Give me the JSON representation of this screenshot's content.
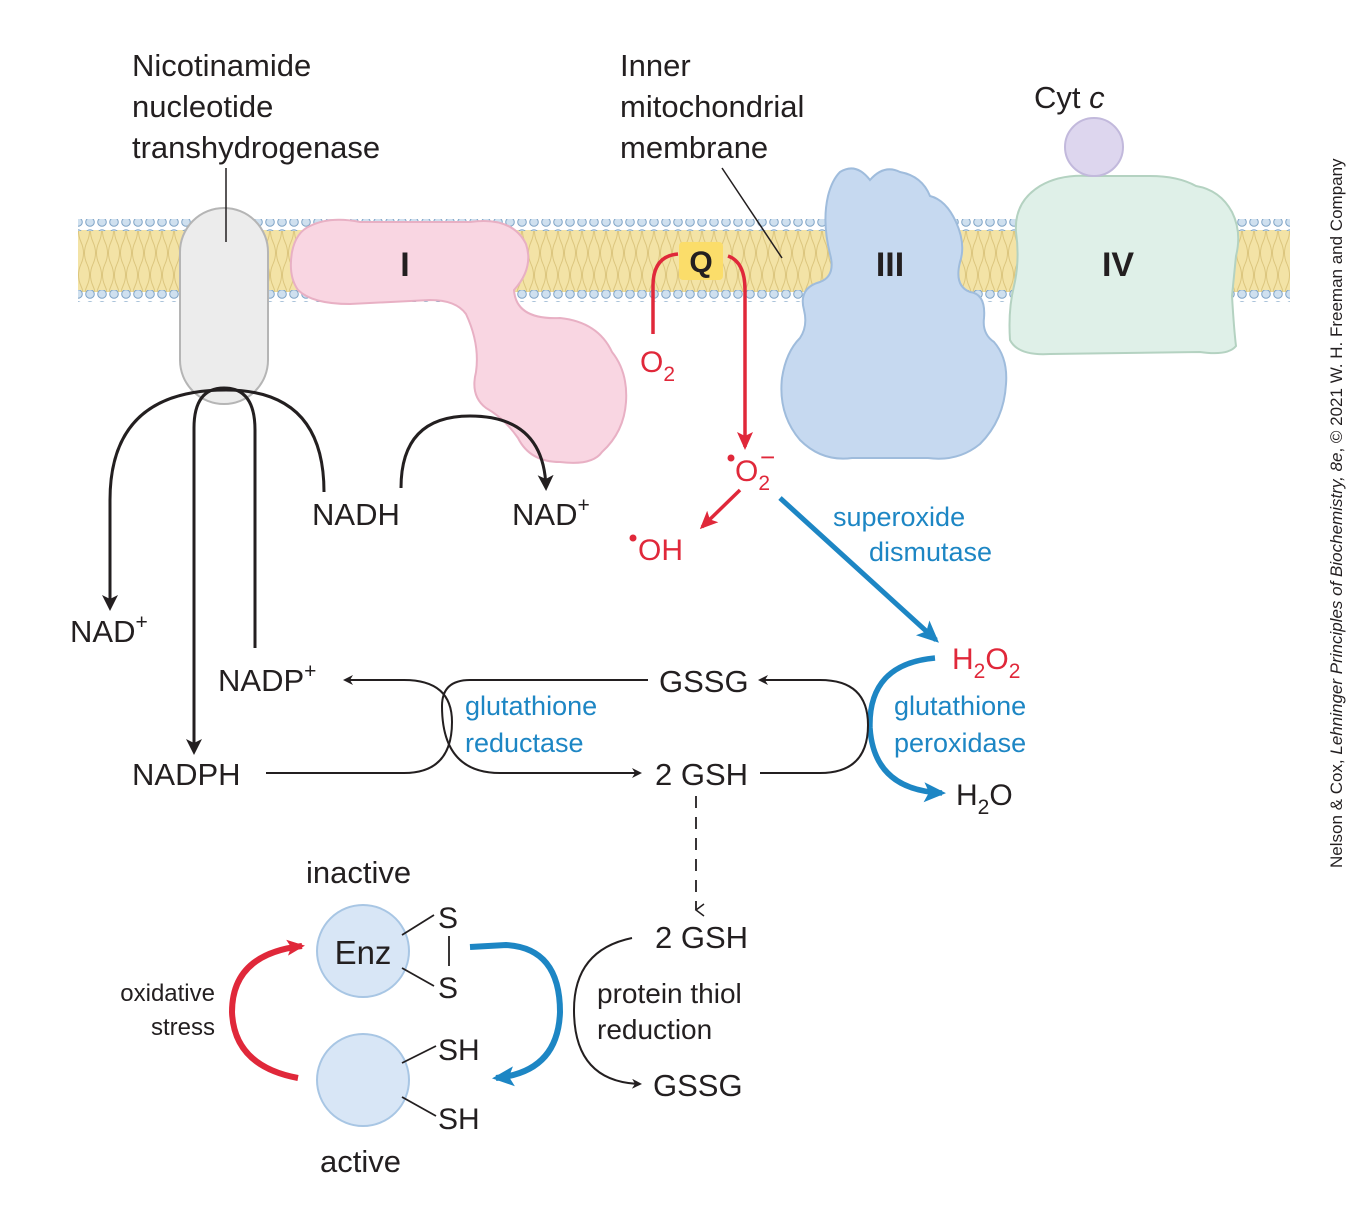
{
  "labels": {
    "transhydrogenase": [
      "Nicotinamide",
      "nucleotide",
      "transhydrogenase"
    ],
    "membrane": [
      "Inner",
      "mitochondrial",
      "membrane"
    ],
    "cytc_name": "Cyt",
    "cytc_italic": "c",
    "complex_I": "I",
    "complex_Q": "Q",
    "complex_III": "III",
    "complex_IV": "IV",
    "o2_base": "O",
    "o2_sub": "2",
    "superoxide_base": "O",
    "superoxide_sub": "2",
    "superoxide_charge": "−",
    "oh": "OH",
    "nadh": "NADH",
    "nad_right_base": "NAD",
    "nad_right_sup": "+",
    "nad_left_base": "NAD",
    "nad_left_sup": "+",
    "nadp_base": "NADP",
    "nadp_sup": "+",
    "nadph": "NADPH",
    "sod": [
      "superoxide",
      "dismutase"
    ],
    "h2o2": {
      "a": "H",
      "s1": "2",
      "b": "O",
      "s2": "2"
    },
    "h2o": {
      "a": "H",
      "s1": "2",
      "b": "O"
    },
    "gssg_top": "GSSG",
    "gsh_top": "2 GSH",
    "gr": [
      "glutathione",
      "reductase"
    ],
    "gpx": [
      "glutathione",
      "peroxidase"
    ],
    "inactive": "inactive",
    "active": "active",
    "enz": "Enz",
    "s_top": "S",
    "s_bottom": "S",
    "sh_top": "SH",
    "sh_bottom": "SH",
    "oxidative_stress": [
      "oxidative",
      "stress"
    ],
    "gsh_bottom": "2 GSH",
    "protein_thiol": [
      "protein thiol",
      "reduction"
    ],
    "gssg_bottom": "GSSG"
  },
  "credit": {
    "authors": "Nelson & Cox, ",
    "title": "Lehninger Principles of Biochemistry, 8e",
    "rest": ", © 2021 W. H. Freeman and Company"
  },
  "colors": {
    "text": "#231f20",
    "blue": "#1d86c4",
    "red": "#e0283a",
    "membrane": "#f3e3a6",
    "lipid_head": "#a9c6df",
    "complex_I": "#f9d6e2",
    "complex_III": "#c6d9f0",
    "complex_IV": "#dff0e8",
    "cytc": "#ddd6ee",
    "transhydrogenase": "#ececec",
    "Q": "#fbdd6a",
    "enzyme": "#d8e6f6"
  }
}
